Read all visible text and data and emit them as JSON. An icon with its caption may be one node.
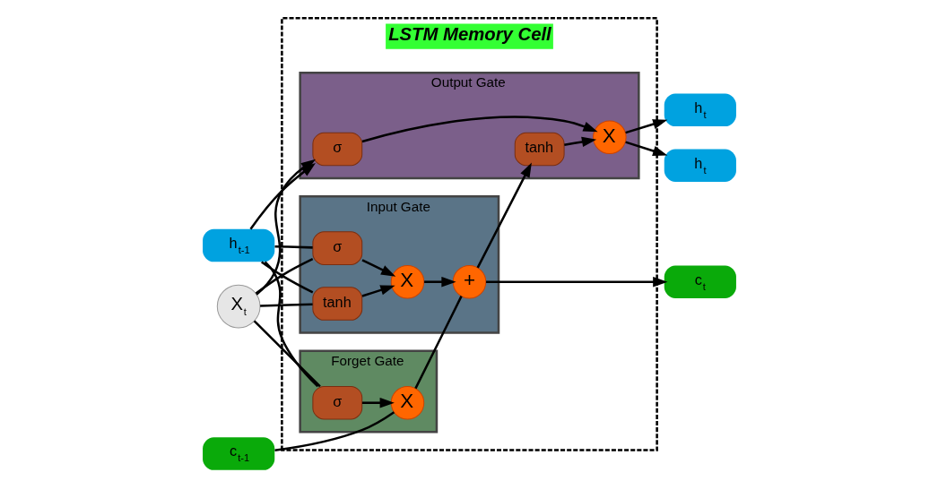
{
  "diagram": {
    "nodes": [
      {
        "text": [
          "LSTM Memory Cell"
        ]
      },
      {
        "text": [
          "Forget Gate"
        ],
        "in": 0
      },
      {
        "text": [
          "Input Gate"
        ],
        "in": 0
      },
      {
        "text": [
          "Output Gate"
        ],
        "in": 0
      },
      {
        "text": [
          "c$_{t-1}$"
        ]
      },
      {
        "text": [
          "h$_{t-1}$"
        ]
      },
      {
        "text": [
          "X$_{t}$"
        ]
      },
      {
        "text": [
          "X"
        ],
        "in": 1
      },
      {
        "text": [
          "σ"
        ],
        "in": 1
      },
      {
        "text": [
          "+"
        ],
        "in": 2
      },
      {
        "text": [
          "X"
        ],
        "in": 2
      },
      {
        "text": [
          "σ"
        ],
        "in": 2
      },
      {
        "text": [
          "tanh"
        ],
        "in": 2
      },
      {
        "text": [
          "tanh"
        ],
        "in": 3
      },
      {
        "text": [
          "X"
        ],
        "in": 3
      },
      {
        "text": [
          "σ"
        ],
        "in": 3
      },
      {
        "text": [
          "c$_{t}$"
        ]
      },
      {
        "text": [
          "h$_{t}$"
        ]
      },
      {
        "text": [
          "h$_{t}$"
        ]
      }
    ],
    "edges": [
      {
        "from": 4,
        "to": 7,
        "arrow": "none"
      },
      {
        "from": 7,
        "to": 9,
        "arrow": "none"
      },
      {
        "from": 9,
        "to": 16,
        "arrow": "to"
      },
      {
        "from": 9,
        "to": 13,
        "arrow": "to"
      },
      {
        "from": 5,
        "to": 8,
        "arrow": "none"
      },
      {
        "from": 5,
        "to": 11,
        "arrow": "none"
      },
      {
        "from": 5,
        "to": 12,
        "arrow": "none"
      },
      {
        "from": 5,
        "to": 15,
        "arrow": "to"
      },
      {
        "from": 6,
        "to": 8,
        "arrow": "none"
      },
      {
        "from": 6,
        "to": 11,
        "arrow": "none"
      },
      {
        "from": 6,
        "to": 12,
        "arrow": "none"
      },
      {
        "from": 6,
        "to": 15,
        "arrow": "to"
      },
      {
        "from": 8,
        "to": 7,
        "arrow": "to"
      },
      {
        "from": 11,
        "to": 10,
        "arrow": "to"
      },
      {
        "from": 12,
        "to": 10,
        "arrow": "to"
      },
      {
        "from": 10,
        "to": 9,
        "arrow": "to"
      },
      {
        "from": 13,
        "to": 14,
        "arrow": "to"
      },
      {
        "from": 15,
        "to": 14,
        "arrow": "to"
      },
      {
        "from": 14,
        "to": 17,
        "arrow": "to"
      },
      {
        "from": 14,
        "to": 18,
        "arrow": "to"
      }
    ]
  }
}
